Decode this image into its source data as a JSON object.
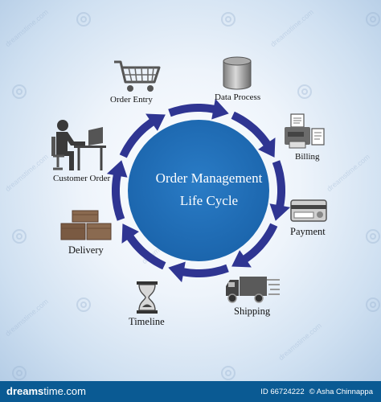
{
  "diagram": {
    "center_title_line1": "Order Management",
    "center_title_line2": "Life Cycle",
    "stages": {
      "order_entry": "Order Entry",
      "data_process": "Data Process",
      "billing": "Billing",
      "payment": "Payment",
      "shipping": "Shipping",
      "timeline": "Timeline",
      "delivery": "Delivery",
      "customer_order": "Customer Order"
    },
    "colors": {
      "circle": "#1f6db5",
      "arrows": "#2f3592",
      "background": "#dbe8f5"
    }
  },
  "watermark": "dreamstime.com",
  "footer": {
    "brand_prefix": "dreams",
    "brand_suffix": "time.com",
    "id_label": "ID 66724222",
    "author": "© Asha Chinnappa"
  }
}
